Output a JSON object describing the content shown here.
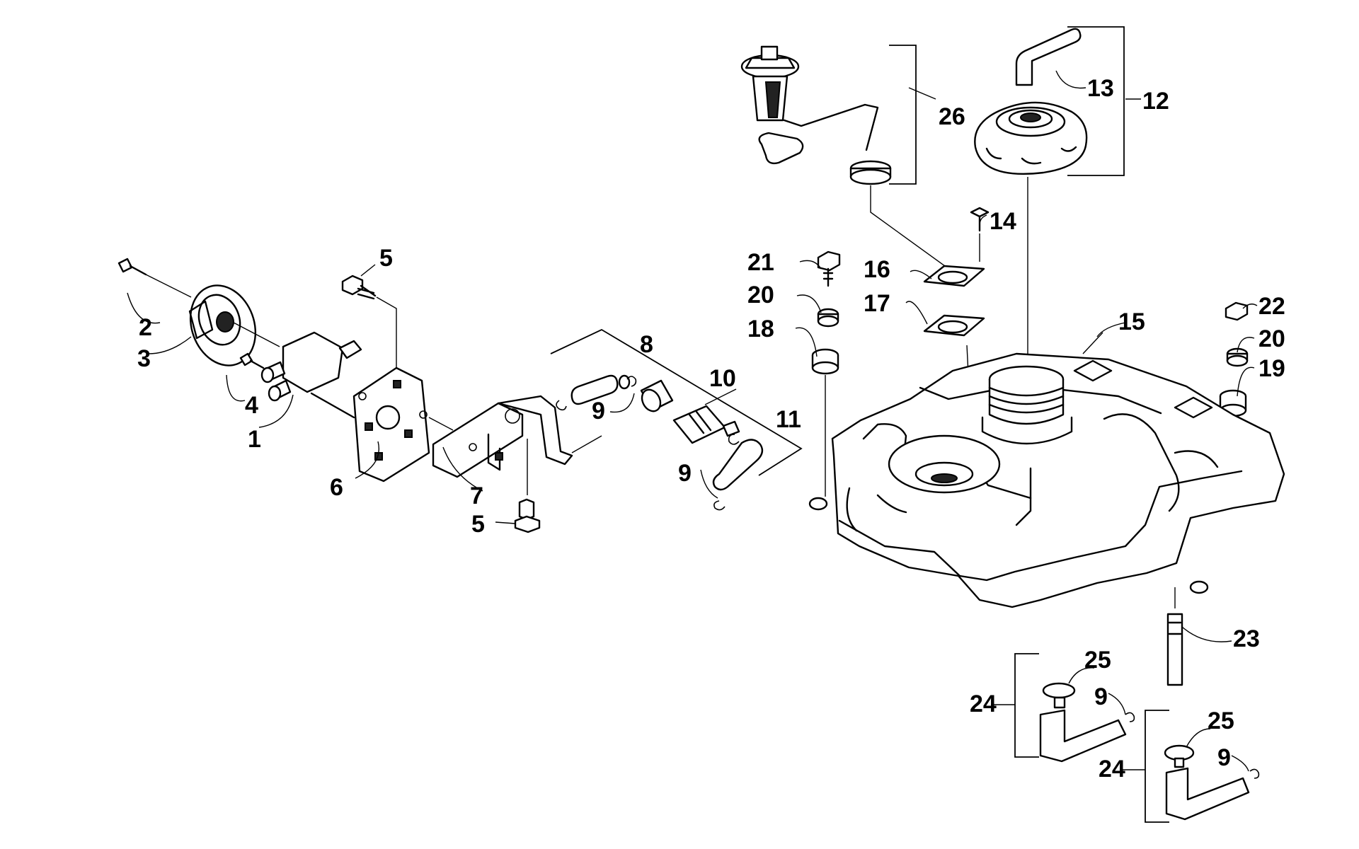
{
  "callouts": {
    "c1": "1",
    "c2": "2",
    "c3": "3",
    "c4": "4",
    "c5a": "5",
    "c5b": "5",
    "c6": "6",
    "c7": "7",
    "c8": "8",
    "c9a": "9",
    "c9b": "9",
    "c9c": "9",
    "c9d": "9",
    "c10": "10",
    "c11": "11",
    "c12": "12",
    "c13": "13",
    "c14": "14",
    "c15": "15",
    "c16": "16",
    "c17": "17",
    "c18": "18",
    "c19": "19",
    "c20a": "20",
    "c20b": "20",
    "c21": "21",
    "c22": "22",
    "c23": "23",
    "c24a": "24",
    "c24b": "24",
    "c25a": "25",
    "c25b": "25",
    "c26": "26"
  }
}
